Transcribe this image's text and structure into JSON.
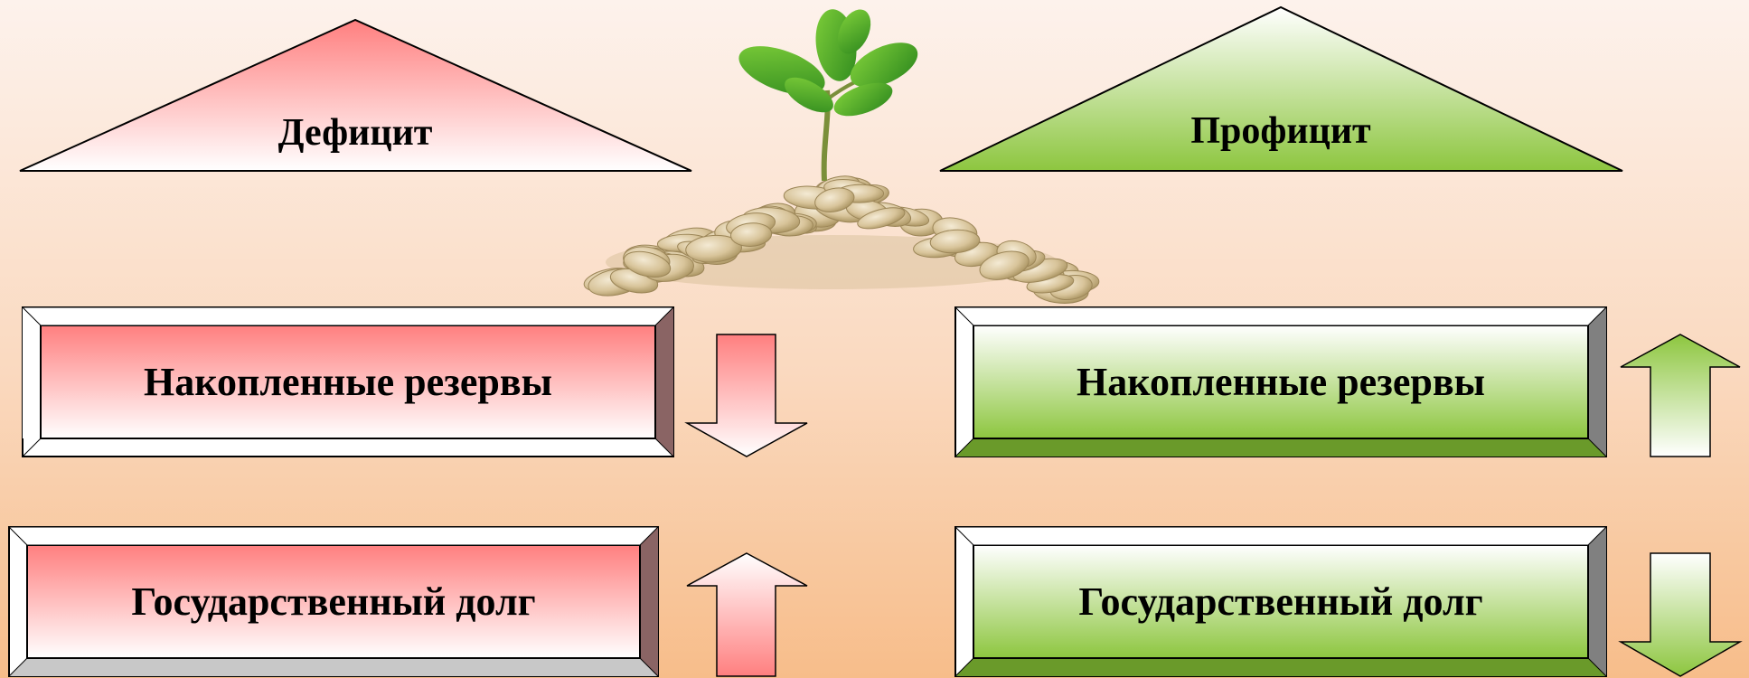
{
  "deficit": {
    "title": "Дефицит",
    "reserves_label": "Накопленные резервы",
    "reserves_trend": "down",
    "debt_label": "Государственный долг",
    "debt_trend": "up",
    "color": "#ff7f7f"
  },
  "surplus": {
    "title": "Профицит",
    "reserves_label": "Накопленные резервы",
    "reserves_trend": "up",
    "debt_label": "Государственный долг",
    "debt_trend": "down",
    "color": "#8dc63f"
  },
  "illustration": {
    "icon": "money-tree-coins-icon"
  }
}
